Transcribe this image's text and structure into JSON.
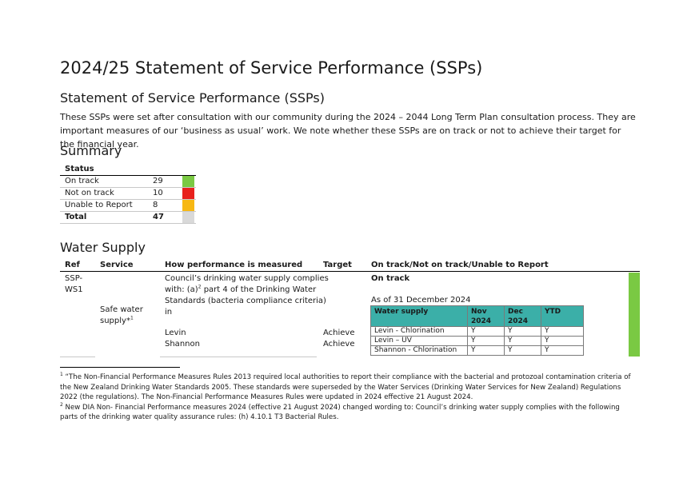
{
  "page": {
    "title": "2024/25 Statement of Service Performance (SSPs)",
    "subtitle": "Statement of Service Performance (SSPs)",
    "intro": "These SSPs were set after consultation with our community during the 2024 – 2044 Long Term Plan consultation process. They are important measures of our ‘business as usual’ work. We note whether these SSPs are on track or not to achieve their target for the financial year."
  },
  "summary": {
    "heading": "Summary",
    "column_header": "Status",
    "rows": [
      {
        "label": "On track",
        "count": "29",
        "color": "#7ac943"
      },
      {
        "label": "Not on track",
        "count": "10",
        "color": "#e8211d"
      },
      {
        "label": "Unable to Report",
        "count": "8",
        "color": "#f7b814"
      }
    ],
    "total": {
      "label": "Total",
      "count": "47",
      "color": "#d9d9d9"
    }
  },
  "water_supply": {
    "heading": "Water Supply",
    "headers": {
      "ref": "Ref",
      "service": "Service",
      "how": "How performance is measured",
      "target": "Target",
      "status": "On track/Not on track/Unable to Report"
    },
    "row": {
      "ref_line1": "SSP-",
      "ref_line2": "WS1",
      "service_line1": "Safe water",
      "service_line2": "supply*",
      "service_sup": "1",
      "how_line1": "Council’s drinking water supply complies",
      "how_line2_pre": "with: (a)",
      "how_line2_sup": "2",
      "how_line2_post": " part 4 of the Drinking Water",
      "how_line3": "Standards (bacteria compliance criteria)",
      "how_line4": "in",
      "how_levin": "Levin",
      "how_shannon": "Shannon",
      "target_levin": "Achieve",
      "target_shannon": "Achieve",
      "status_label": "On track",
      "as_of": "As of 31 December 2024",
      "status_color": "#7ac943"
    },
    "inner_table": {
      "headers": [
        "Water supply",
        "Nov 2024",
        "Dec 2024",
        "YTD"
      ],
      "rows": [
        [
          "Levin - Chlorination",
          "Y",
          "Y",
          "Y"
        ],
        [
          "Levin – UV",
          "Y",
          "Y",
          "Y"
        ],
        [
          "Shannon - Chlorination",
          "Y",
          "Y",
          "Y"
        ]
      ]
    }
  },
  "footnotes": {
    "fn1_mark": "1",
    "fn1_text": " “The Non-Financial Performance Measures Rules 2013 required local authorities to report their compliance with the bacterial and protozoal contamination criteria of the New Zealand Drinking Water Standards 2005. These standards were superseded by the Water Services (Drinking Water Services for New Zealand) Regulations 2022 (the regulations). The Non-Financial Performance Measures Rules were updated in 2024 effective 21 August 2024.",
    "fn2_mark": "2",
    "fn2_text": " New DIA Non- Financial Performance measures 2024 (effective 21 August 2024) changed wording to: Council’s drinking water supply complies with the following parts of the drinking water quality assurance rules: (h) 4.10.1 T3 Bacterial Rules."
  }
}
